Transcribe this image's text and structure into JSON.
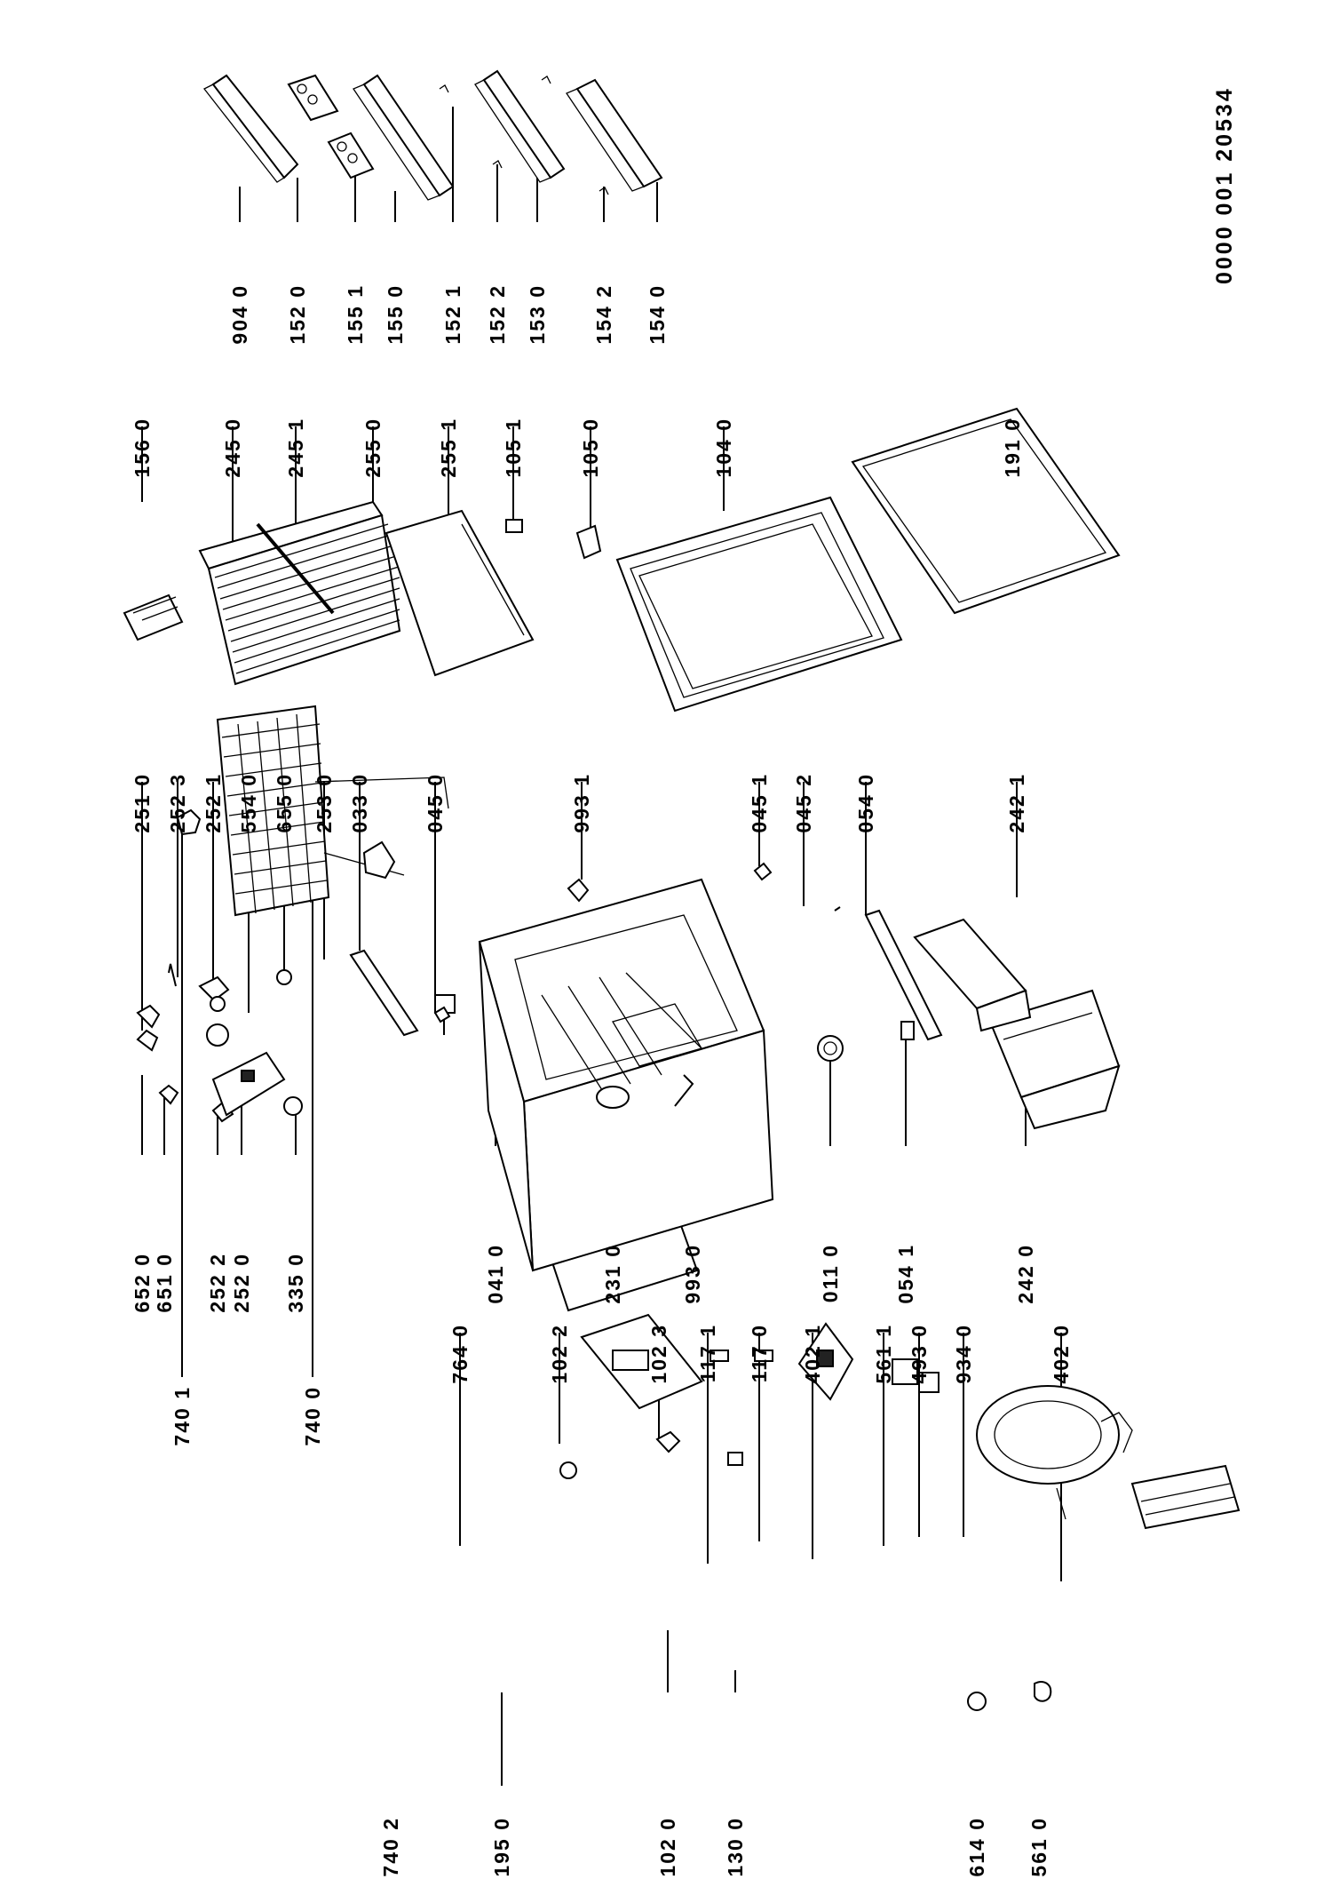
{
  "drawing_number": "0000 001 20534",
  "callouts": [
    {
      "id": "c7401",
      "label": "740 1"
    },
    {
      "id": "c7400",
      "label": "740 0"
    },
    {
      "id": "c7640",
      "label": "764 0"
    },
    {
      "id": "c1022",
      "label": "102 2"
    },
    {
      "id": "c1023",
      "label": "102 3"
    },
    {
      "id": "c1171",
      "label": "117 1"
    },
    {
      "id": "c1170",
      "label": "117 0"
    },
    {
      "id": "c4021",
      "label": "402 1"
    },
    {
      "id": "c5611",
      "label": "561 1"
    },
    {
      "id": "c4930",
      "label": "493 0"
    },
    {
      "id": "c9340",
      "label": "934 0"
    },
    {
      "id": "c4020",
      "label": "402 0"
    },
    {
      "id": "c7402",
      "label": "740 2"
    },
    {
      "id": "c1950",
      "label": "195 0"
    },
    {
      "id": "c1020",
      "label": "102 0"
    },
    {
      "id": "c1300",
      "label": "130 0"
    },
    {
      "id": "c6140",
      "label": "614 0"
    },
    {
      "id": "c5610",
      "label": "561 0"
    },
    {
      "id": "c6520",
      "label": "652 0"
    },
    {
      "id": "c6510",
      "label": "651 0"
    },
    {
      "id": "c2522",
      "label": "252 2"
    },
    {
      "id": "c2520",
      "label": "252 0"
    },
    {
      "id": "c3350",
      "label": "335 0"
    },
    {
      "id": "c0410",
      "label": "041 0"
    },
    {
      "id": "c2310",
      "label": "231 0"
    },
    {
      "id": "c9930",
      "label": "993 0"
    },
    {
      "id": "c0110",
      "label": "011 0"
    },
    {
      "id": "c0541",
      "label": "054 1"
    },
    {
      "id": "c2420",
      "label": "242 0"
    },
    {
      "id": "c2510",
      "label": "251 0"
    },
    {
      "id": "c2523",
      "label": "252 3"
    },
    {
      "id": "c2521",
      "label": "252 1"
    },
    {
      "id": "c5540",
      "label": "554 0"
    },
    {
      "id": "c6550",
      "label": "655 0"
    },
    {
      "id": "c2530",
      "label": "253 0"
    },
    {
      "id": "c0330",
      "label": "033 0"
    },
    {
      "id": "c0450",
      "label": "045 0"
    },
    {
      "id": "c9931",
      "label": "993 1"
    },
    {
      "id": "c0451",
      "label": "045 1"
    },
    {
      "id": "c0452",
      "label": "045 2"
    },
    {
      "id": "c0540",
      "label": "054 0"
    },
    {
      "id": "c2421",
      "label": "242 1"
    },
    {
      "id": "c1560",
      "label": "156 0"
    },
    {
      "id": "c2450",
      "label": "245 0"
    },
    {
      "id": "c2451",
      "label": "245 1"
    },
    {
      "id": "c2550",
      "label": "255 0"
    },
    {
      "id": "c2551",
      "label": "255 1"
    },
    {
      "id": "c1051",
      "label": "105 1"
    },
    {
      "id": "c1050",
      "label": "105 0"
    },
    {
      "id": "c1040",
      "label": "104 0"
    },
    {
      "id": "c1910",
      "label": "191 0"
    },
    {
      "id": "c9040",
      "label": "904 0"
    },
    {
      "id": "c1520",
      "label": "152 0"
    },
    {
      "id": "c1551",
      "label": "155 1"
    },
    {
      "id": "c1550",
      "label": "155 0"
    },
    {
      "id": "c1521",
      "label": "152 1"
    },
    {
      "id": "c1522",
      "label": "152 2"
    },
    {
      "id": "c1530",
      "label": "153 0"
    },
    {
      "id": "c1542",
      "label": "154 2"
    },
    {
      "id": "c1540",
      "label": "154 0"
    }
  ]
}
